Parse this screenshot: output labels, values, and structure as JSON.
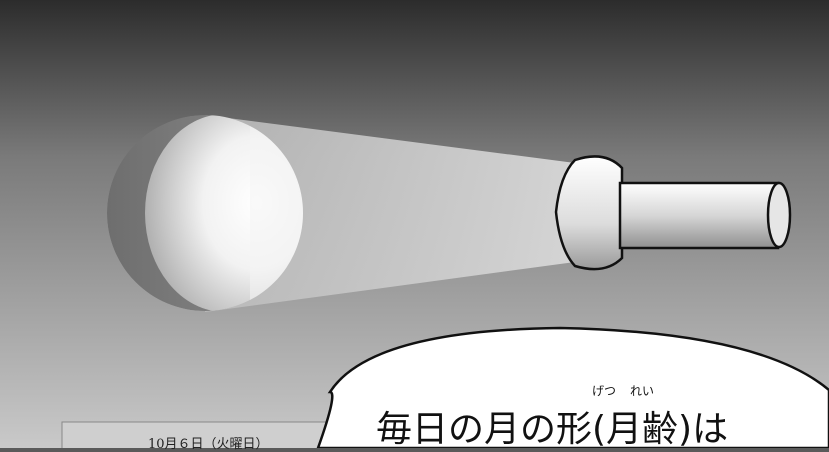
{
  "illustration": {
    "newspaper_date": "10月６日（火曜日）",
    "speech_bubble_text": "毎日の月の形(月齢)は",
    "ruby_getsu": "げつ",
    "ruby_rei": "れい"
  },
  "colors": {
    "background_top": "#2e2e2e",
    "background_bottom": "#c8c8c8",
    "bubble_fill": "#ffffff",
    "outline": "#111111"
  }
}
